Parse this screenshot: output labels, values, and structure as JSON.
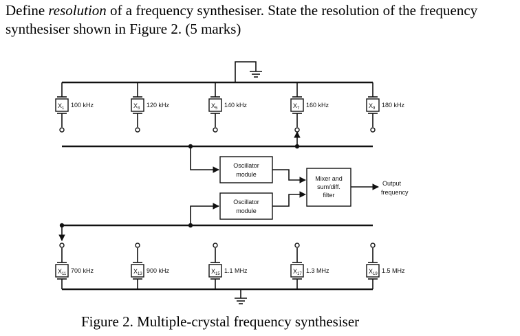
{
  "question": {
    "part1": "Define ",
    "italic": "resolution",
    "part2": " of a frequency synthesiser. State the resolution of the frequency",
    "line2": "synthesiser shown in Figure 2. (5 marks)"
  },
  "figure": {
    "caption": "Figure 2. Multiple-crystal frequency synthesiser",
    "top_crystals": [
      {
        "id": "X",
        "sub": "1",
        "freq": "100 kHz"
      },
      {
        "id": "X",
        "sub": "3",
        "freq": "120 kHz"
      },
      {
        "id": "X",
        "sub": "5",
        "freq": "140 kHz"
      },
      {
        "id": "X",
        "sub": "7",
        "freq": "160 kHz"
      },
      {
        "id": "X",
        "sub": "9",
        "freq": "180 kHz"
      }
    ],
    "bottom_crystals": [
      {
        "id": "X",
        "sub": "11",
        "freq": "700 kHz"
      },
      {
        "id": "X",
        "sub": "13",
        "freq": "900 kHz"
      },
      {
        "id": "X",
        "sub": "15",
        "freq": "1.1 MHz"
      },
      {
        "id": "X",
        "sub": "17",
        "freq": "1.3 MHz"
      },
      {
        "id": "X",
        "sub": "19",
        "freq": "1.5 MHz"
      }
    ],
    "oscillator_top": [
      "Oscillator",
      "module"
    ],
    "oscillator_bottom": [
      "Oscillator",
      "module"
    ],
    "mixer": [
      "Mixer and",
      "sum/diff.",
      "filter"
    ],
    "output": [
      "Output",
      "frequency"
    ]
  }
}
